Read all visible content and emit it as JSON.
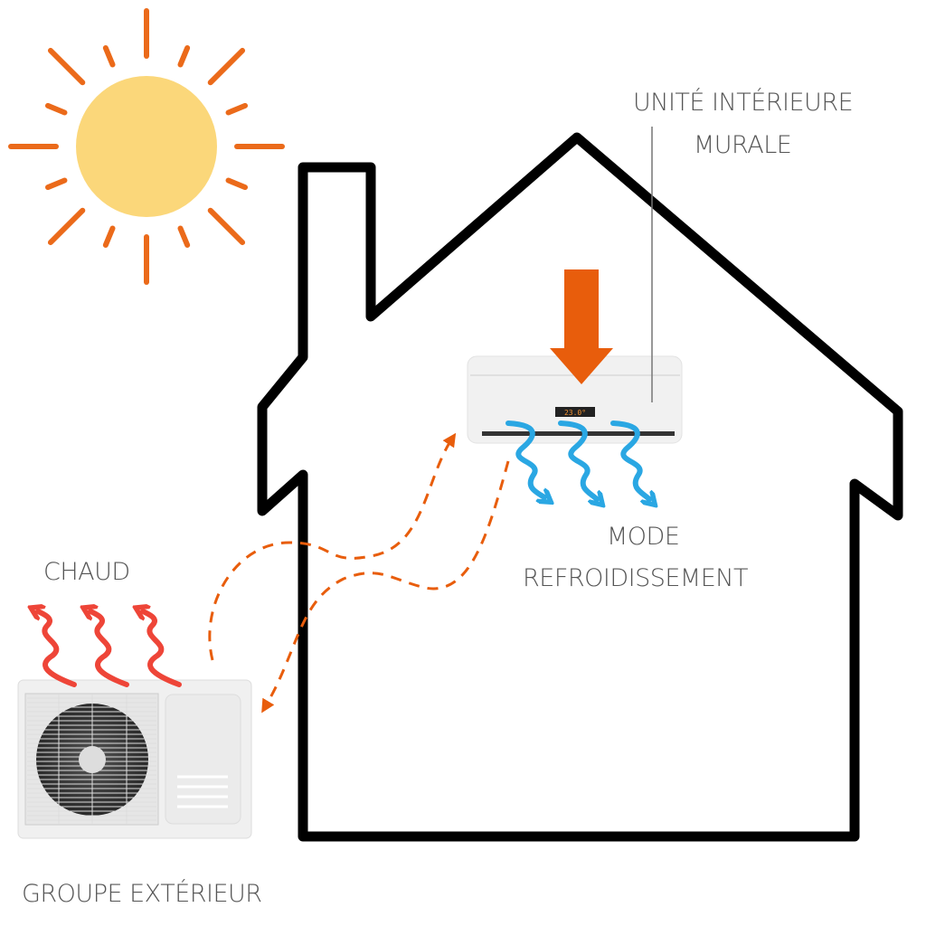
{
  "labels": {
    "indoor_unit_line1": "UNITÉ INTÉRIEURE",
    "indoor_unit_line2": "MURALE",
    "mode_line1": "MODE",
    "mode_line2": "REFROIDISSEMENT",
    "hot": "CHAUD",
    "outdoor_unit": "GROUPE EXTÉRIEUR"
  },
  "ac_display": "23.0°",
  "colors": {
    "sun": "#FBD77A",
    "rays": "#EB6A1A",
    "arrow": "#E85D0C",
    "cold": "#2AA7E3",
    "hot": "#EE4538",
    "house": "#000000"
  }
}
